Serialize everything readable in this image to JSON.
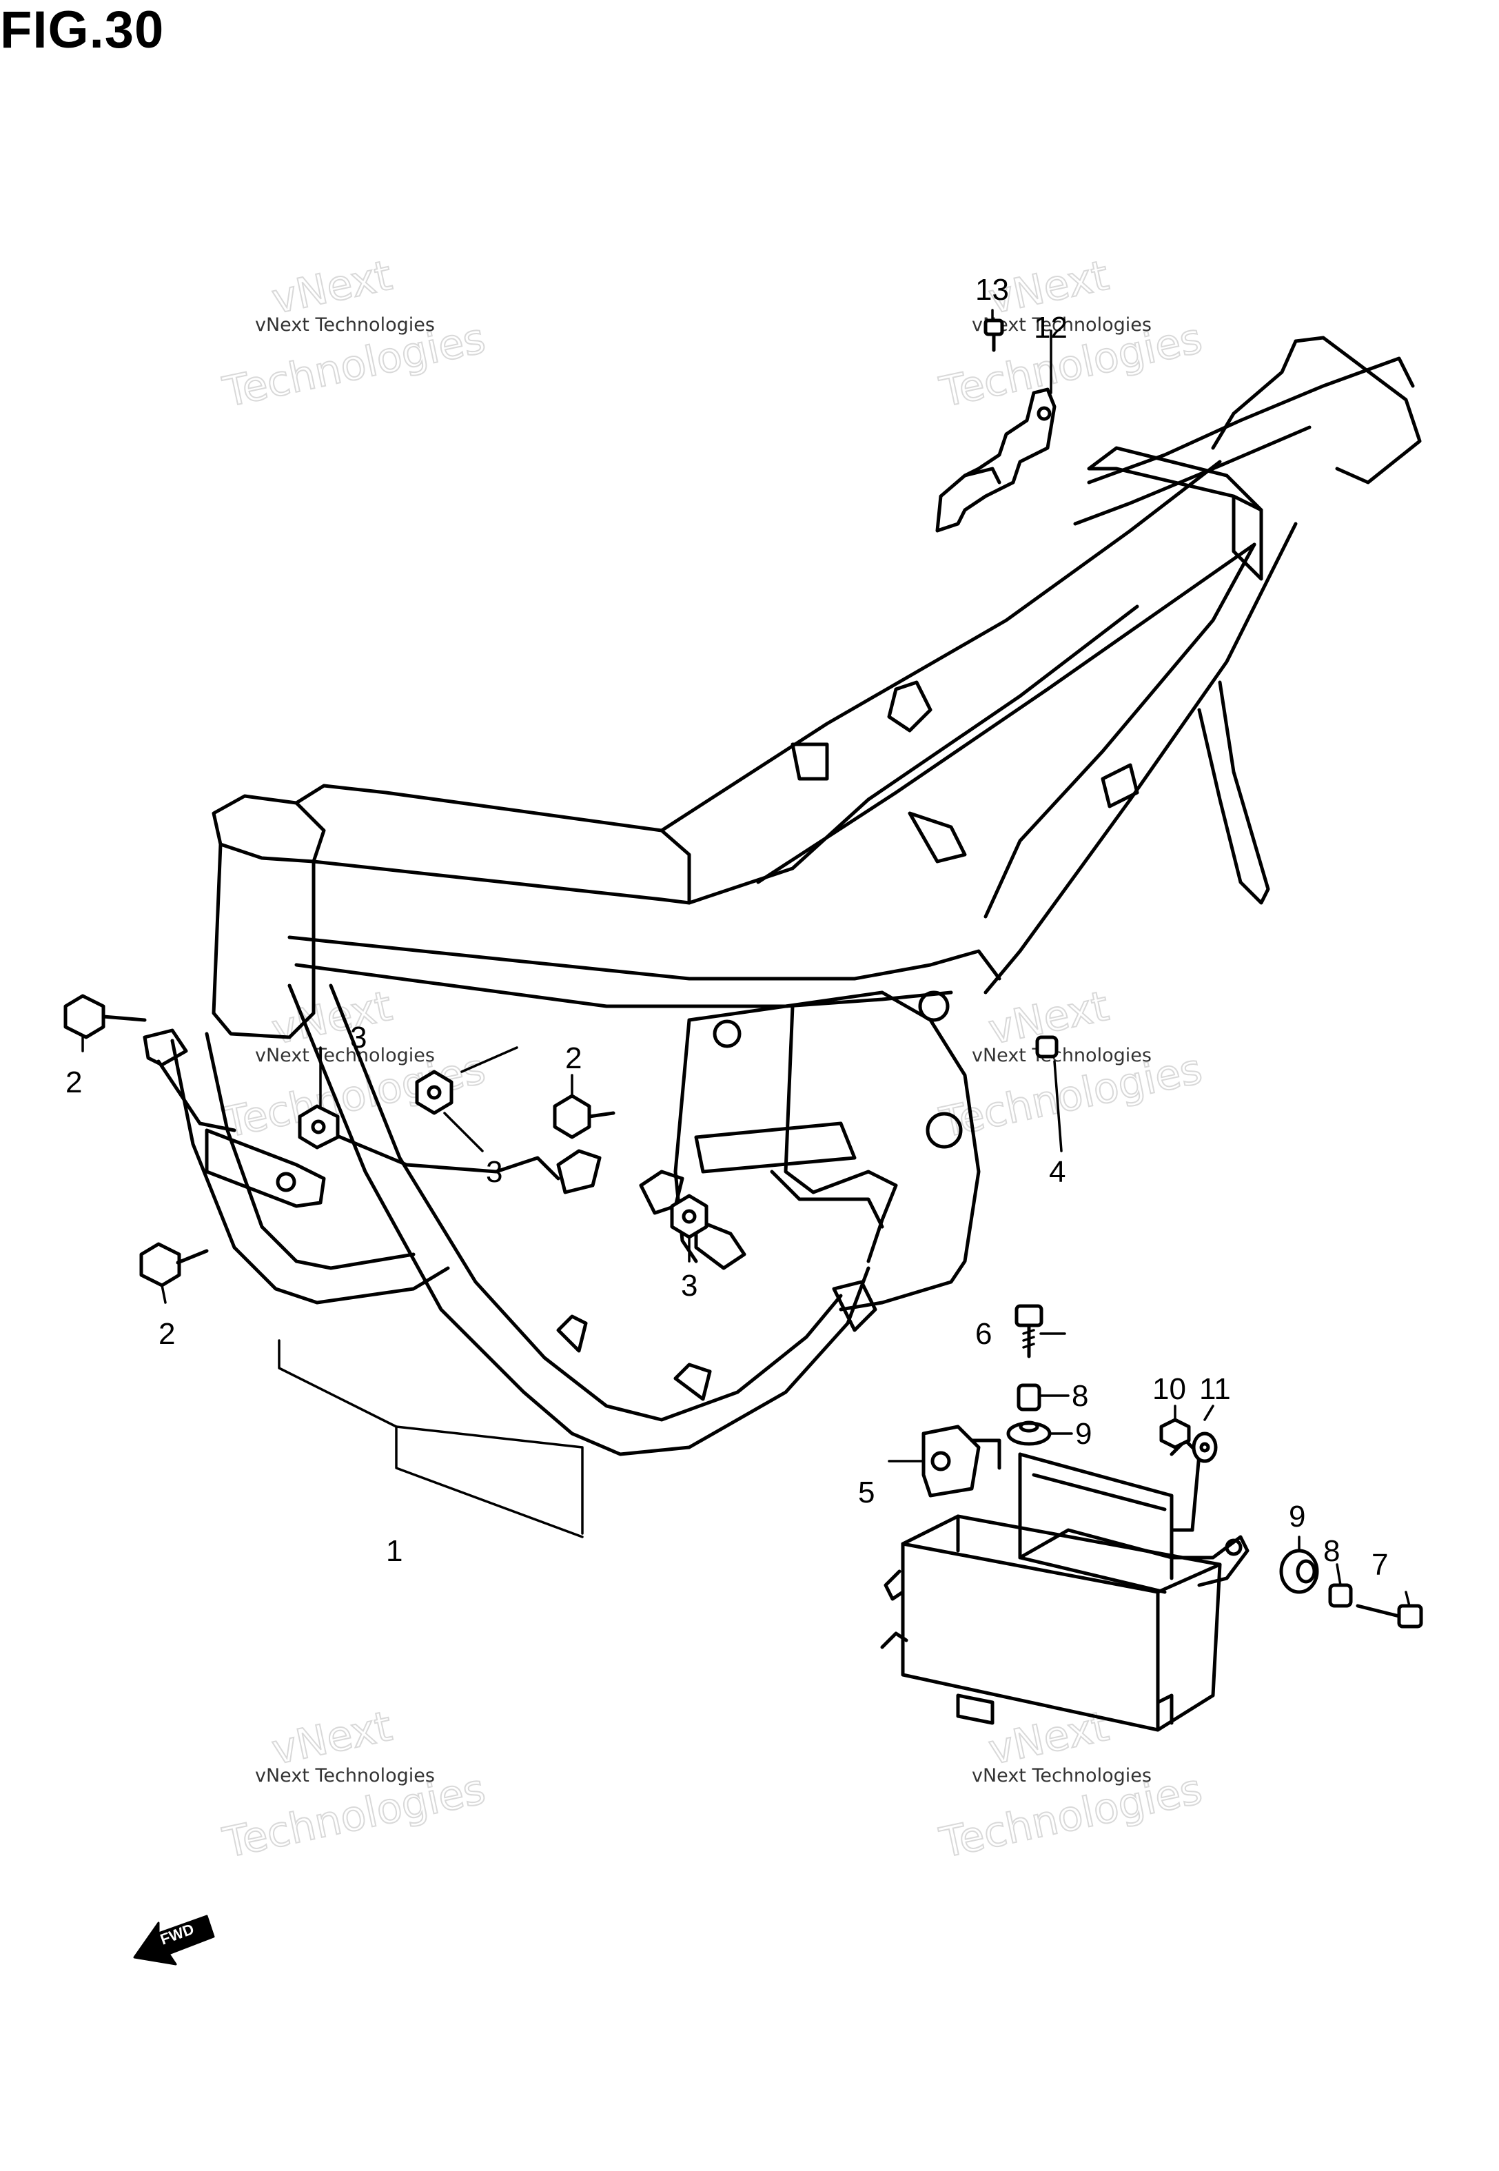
{
  "figure": {
    "title": "FIG.30"
  },
  "callouts": [
    "1",
    "2",
    "2",
    "2",
    "3",
    "3",
    "3",
    "4",
    "5",
    "6",
    "7",
    "8",
    "8",
    "9",
    "9",
    "10",
    "11",
    "12",
    "13"
  ],
  "watermark": {
    "small": "vNext Technologies",
    "line1": "vNext",
    "line2": "Technologies"
  },
  "fwd_label": "FWD"
}
